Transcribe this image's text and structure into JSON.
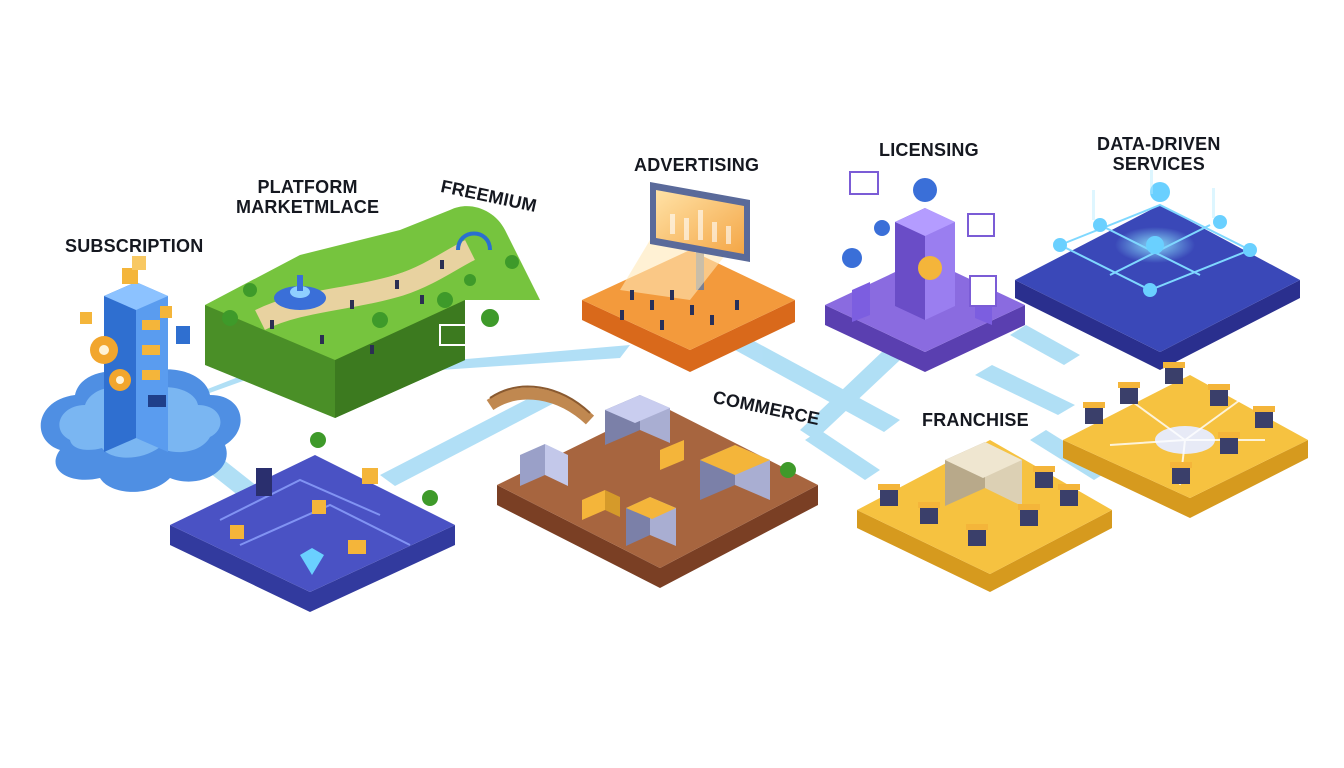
{
  "diagram": {
    "labels": {
      "subscription": "SUBSCRIPTION",
      "platform_line1": "PLATFORM",
      "platform_line2": "MARKETMLACE",
      "freemium": "FREEMIUM",
      "advertising": "ADVERTISING",
      "licensing": "LICENSING",
      "data_line1": "DATA-DRIVEN",
      "data_line2": "SERVICES",
      "commerce": "COMMERCE",
      "franchise": "FRANCHISE"
    },
    "colors": {
      "subscription": "#3f7fdc",
      "platform": "#6fbe3a",
      "advertising": "#f08a2c",
      "licensing": "#7b5cd6",
      "data_services": "#3a48b8",
      "commerce": "#9a5a38",
      "franchise": "#f6c240",
      "hub": "#4a52c4",
      "stream": "#9fd6f2"
    },
    "icons": [
      "server-tower-icon",
      "gear-icon",
      "billboard-icon",
      "castle-tower-icon",
      "network-node-icon",
      "shop-icon",
      "delivery-truck-icon",
      "bridge-icon",
      "tree-icon"
    ]
  }
}
